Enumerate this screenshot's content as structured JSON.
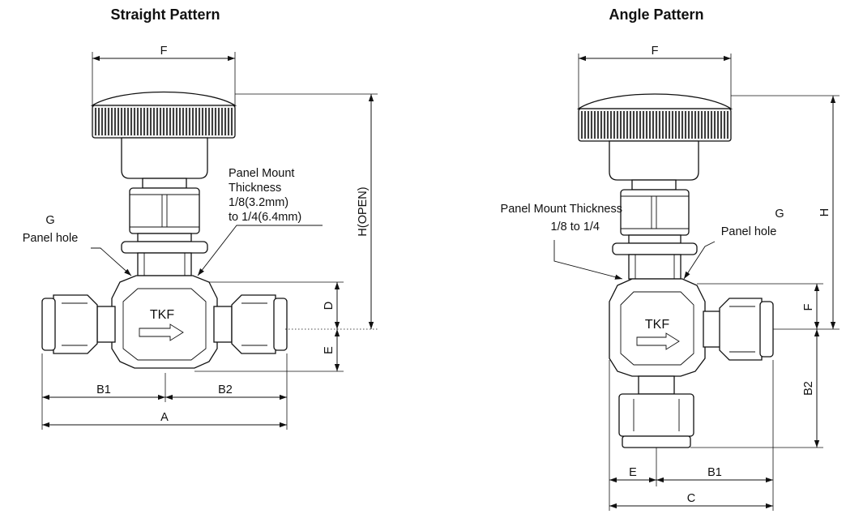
{
  "diagram": {
    "straight": {
      "title": "Straight Pattern",
      "dims": {
        "F": "F",
        "H": "H(OPEN)",
        "D": "D",
        "E": "E",
        "B1": "B1",
        "B2": "B2",
        "A": "A"
      },
      "panel_hole": {
        "line1": "G",
        "line2": "Panel hole"
      },
      "panel_mount": {
        "line1": "Panel Mount",
        "line2": "Thickness",
        "line3": "1/8(3.2mm)",
        "line4": "to 1/4(6.4mm)"
      },
      "brand": "TKF"
    },
    "angle": {
      "title": "Angle Pattern",
      "dims": {
        "F_top": "F",
        "H": "H",
        "F_side": "F",
        "B2": "B2",
        "E": "E",
        "B1": "B1",
        "C": "C"
      },
      "panel_mount": {
        "line1": "Panel Mount Thickness",
        "line2": "1/8 to 1/4"
      },
      "panel_hole": {
        "line1": "G",
        "line2": "Panel hole"
      },
      "brand": "TKF"
    }
  }
}
